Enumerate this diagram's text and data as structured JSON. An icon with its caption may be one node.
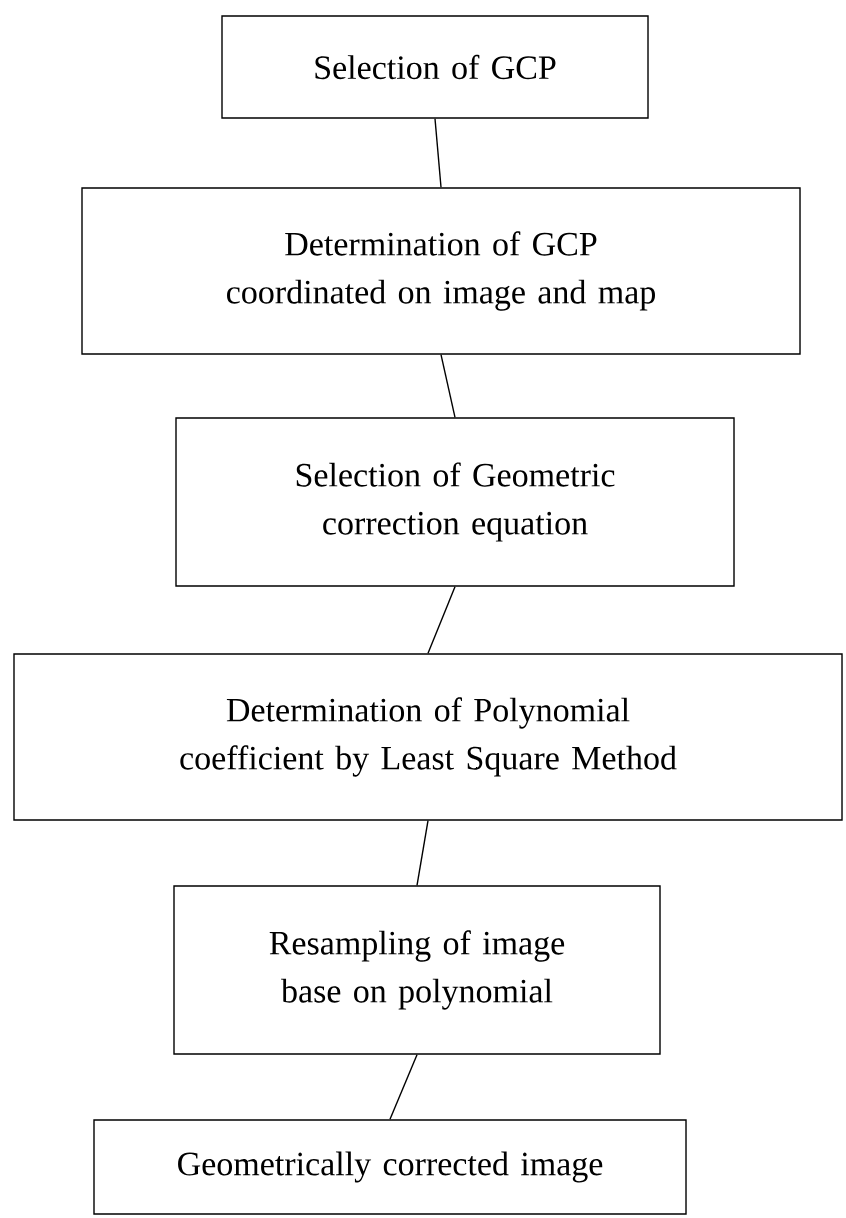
{
  "diagram": {
    "nodes": [
      {
        "text": [
          "Selection of GCP"
        ]
      },
      {
        "text": [
          "Determination of GCP coordinated on image and map"
        ]
      },
      {
        "text": [
          "Selection of Geometric correction equation"
        ]
      },
      {
        "text": [
          "Determination of Polynomial coefficient by Least Square Method"
        ]
      },
      {
        "text": [
          "Resampling of image base on polynomial"
        ]
      },
      {
        "text": [
          "Geometrically corrected image"
        ]
      }
    ],
    "edges": [
      {
        "from": 0,
        "to": 1,
        "arrow": "none"
      },
      {
        "from": 1,
        "to": 2,
        "arrow": "none"
      },
      {
        "from": 2,
        "to": 3,
        "arrow": "none"
      },
      {
        "from": 3,
        "to": 4,
        "arrow": "none"
      },
      {
        "from": 4,
        "to": 5,
        "arrow": "none"
      }
    ]
  }
}
